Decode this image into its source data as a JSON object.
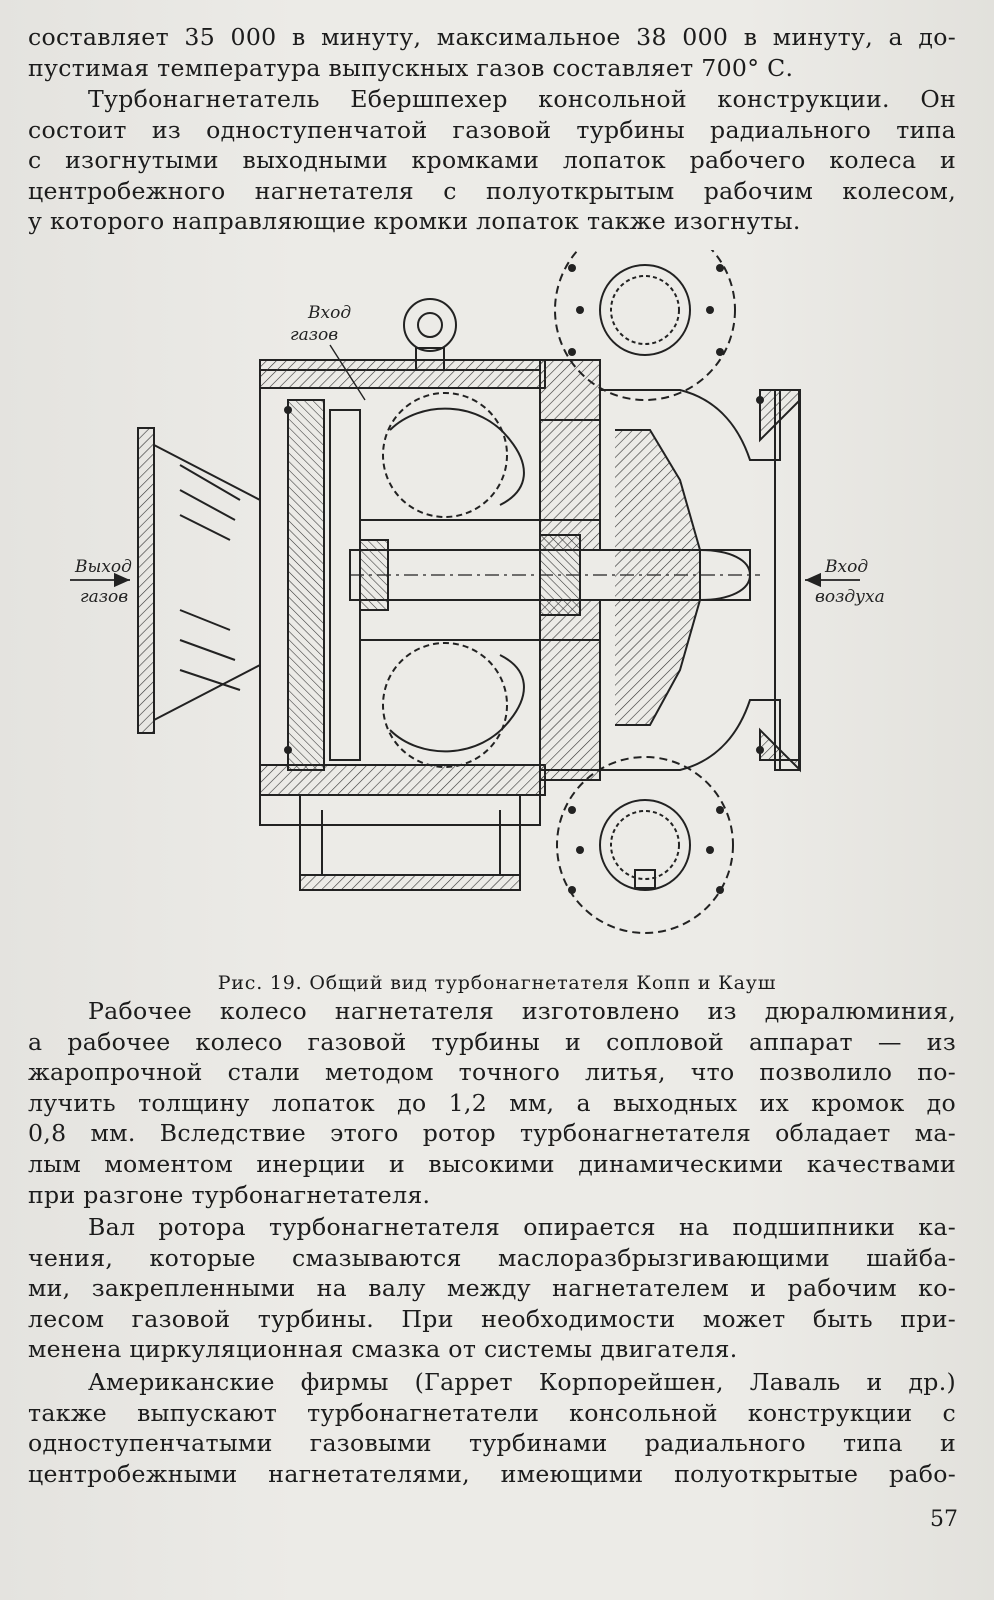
{
  "paragraphs": [
    {
      "lines": [
        "составляет 35 000 в минуту, максимальное 38 000 в минуту, а до-",
        "пустимая температура выпускных газов составляет 700° С."
      ]
    },
    {
      "lines": [
        "Турбонагнетатель Ебершпехер консольной конструкции. Он",
        "состоит из одноступенчатой газовой турбины радиального типа",
        "с изогнутыми выходными кромками лопаток рабочего колеса и",
        "центробежного нагнетателя с полуоткрытым рабочим колесом,",
        "у которого направляющие кромки лопаток также изогнуты."
      ]
    },
    {
      "lines": [
        "Рабочее колесо нагнетателя изготовлено из дюралюминия,",
        "а рабочее колесо газовой турбины и сопловой аппарат — из",
        "жаропрочной стали методом точного литья, что позволило по-",
        "лучить толщину лопаток до 1,2 мм, а выходных их кромок до",
        "0,8 мм. Вследствие этого ротор турбонагнетателя обладает ма-",
        "лым моментом инерции и высокими динамическими качествами",
        "при разгоне турбонагнетателя."
      ]
    },
    {
      "lines": [
        "Вал ротора турбонагнетателя опирается на подшипники ка-",
        "чения, которые смазываются маслоразбрызгивающими шайба-",
        "ми, закрепленными на валу между нагнетателем и рабочим ко-",
        "лесом газовой турбины. При необходимости может быть при-",
        "менена циркуляционная смазка от системы двигателя."
      ]
    },
    {
      "lines": [
        "Американские фирмы (Гаррет Корпорейшен, Лаваль и др.)",
        "также выпускают турбонагнетатели консольной конструкции с",
        "одноступенчатыми газовыми турбинами радиального типа и",
        "центробежными нагнетателями, имеющими полуоткрытые рабо-"
      ]
    }
  ],
  "figure": {
    "labels": {
      "gas_inlet_1": "Вход",
      "gas_inlet_2": "газов",
      "gas_outlet_1": "Выход",
      "gas_outlet_2": "газов",
      "air_inlet_1": "Вход",
      "air_inlet_2": "воздуха"
    },
    "caption": "Рис. 19. Общий вид турбонагнетателя Копп и Кауш"
  },
  "page_number": "57"
}
